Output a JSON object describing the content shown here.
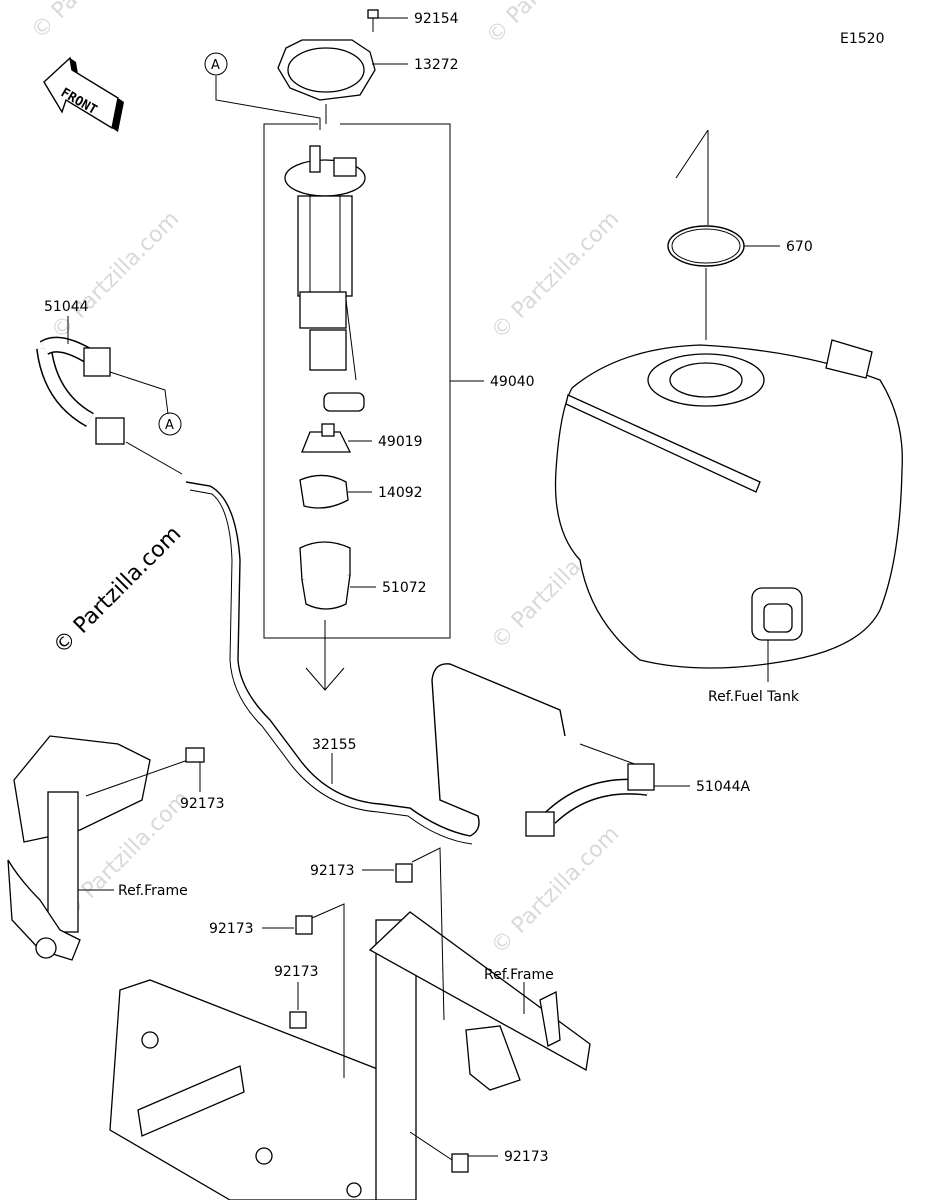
{
  "diagram_code": "E1520",
  "front_label": "FRONT",
  "ref_a": "A",
  "watermark_main": "© Partzilla.com",
  "watermark_faint": "© Partzilla.com",
  "parts": {
    "p92154": "92154",
    "p13272": "13272",
    "p49040": "49040",
    "p49019": "49019",
    "p14092": "14092",
    "p51072": "51072",
    "p670": "670",
    "p51044": "51044",
    "p51044A": "51044A",
    "p32155": "32155",
    "p92173_a": "92173",
    "p92173_b": "92173",
    "p92173_c": "92173",
    "p92173_d": "92173",
    "p92173_e": "92173"
  },
  "refs": {
    "fuel_tank": "Ref.Fuel Tank",
    "frame_left": "Ref.Frame",
    "frame_right": "Ref.Frame"
  }
}
